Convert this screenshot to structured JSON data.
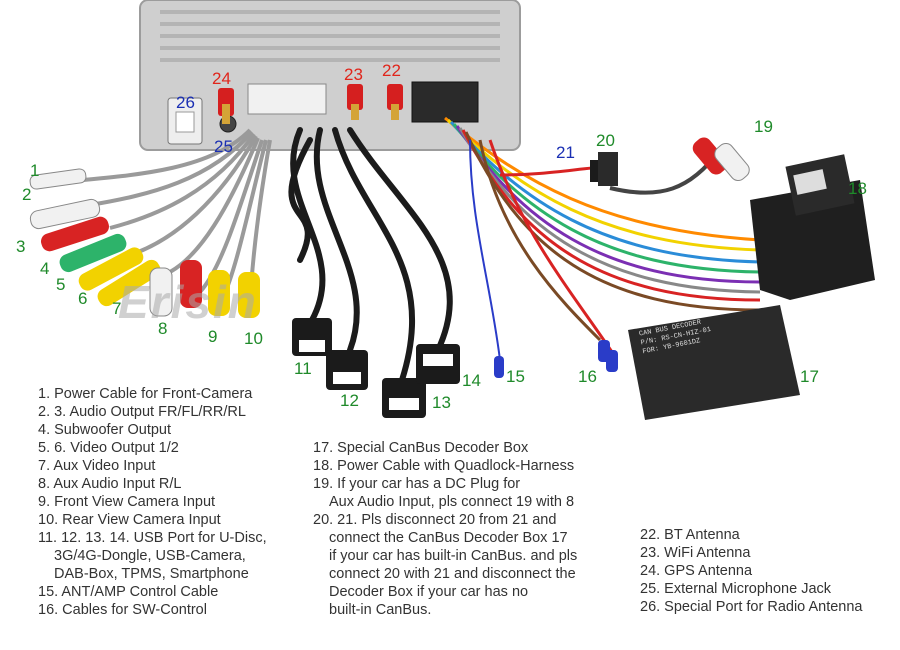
{
  "brand_watermark": "Erisin",
  "decoder_box_label": [
    "CAN BUS DECODER",
    "P/N: RS-CN-HIZ-01",
    "FOR: YB-9601DZ"
  ],
  "callouts": [
    {
      "id": "c1",
      "text": "1",
      "color": "green"
    },
    {
      "id": "c2",
      "text": "2",
      "color": "green"
    },
    {
      "id": "c3",
      "text": "3",
      "color": "green"
    },
    {
      "id": "c4",
      "text": "4",
      "color": "green"
    },
    {
      "id": "c5",
      "text": "5",
      "color": "green"
    },
    {
      "id": "c6",
      "text": "6",
      "color": "green"
    },
    {
      "id": "c7",
      "text": "7",
      "color": "green"
    },
    {
      "id": "c8",
      "text": "8",
      "color": "green"
    },
    {
      "id": "c9",
      "text": "9",
      "color": "green"
    },
    {
      "id": "c10",
      "text": "10",
      "color": "green"
    },
    {
      "id": "c11",
      "text": "11",
      "color": "green"
    },
    {
      "id": "c12",
      "text": "12",
      "color": "green"
    },
    {
      "id": "c13",
      "text": "13",
      "color": "green"
    },
    {
      "id": "c14",
      "text": "14",
      "color": "green"
    },
    {
      "id": "c15",
      "text": "15",
      "color": "green"
    },
    {
      "id": "c16",
      "text": "16",
      "color": "green"
    },
    {
      "id": "c17",
      "text": "17",
      "color": "green"
    },
    {
      "id": "c18",
      "text": "18",
      "color": "green"
    },
    {
      "id": "c19",
      "text": "19",
      "color": "green"
    },
    {
      "id": "c20",
      "text": "20",
      "color": "green"
    },
    {
      "id": "c21",
      "text": "21",
      "color": "blue"
    },
    {
      "id": "c22",
      "text": "22",
      "color": "red"
    },
    {
      "id": "c23",
      "text": "23",
      "color": "red"
    },
    {
      "id": "c24",
      "text": "24",
      "color": "red"
    },
    {
      "id": "c25",
      "text": "25",
      "color": "blue"
    },
    {
      "id": "c26",
      "text": "26",
      "color": "blue"
    }
  ],
  "legend_col1": [
    "1. Power Cable for Front-Camera",
    "2. 3. Audio Output FR/FL/RR/RL",
    "4. Subwoofer Output",
    "5. 6. Video Output 1/2",
    "7. Aux Video Input",
    "8. Aux Audio Input R/L",
    "9. Front View Camera Input",
    "10. Rear View Camera Input",
    "11. 12. 13. 14. USB Port for U-Disc,",
    "3G/4G-Dongle, USB-Camera,",
    "DAB-Box, TPMS, Smartphone",
    "15. ANT/AMP Control Cable",
    "16. Cables for SW-Control"
  ],
  "legend_col2": [
    "17. Special CanBus Decoder Box",
    "18. Power Cable with Quadlock-Harness",
    "19. If your car has a DC Plug for",
    "Aux Audio Input, pls connect 19 with 8",
    "20. 21. Pls disconnect 20 from 21 and",
    "connect the CanBus Decoder Box 17",
    "if your car has built-in CanBus. and pls",
    "connect 20 with 21 and disconnect the",
    "Decoder Box if your car has no",
    "built-in CanBus."
  ],
  "legend_col3": [
    "22. BT Antenna",
    "23. WiFi Antenna",
    "24. GPS Antenna",
    "25. External Microphone Jack",
    "26. Special Port for Radio Antenna"
  ],
  "colors": {
    "green": "#1f8a2a",
    "red": "#e0251b",
    "blue": "#1a2fb3",
    "chassis": "#c9c9c9",
    "cable_black": "#1b1b1b",
    "cable_grey": "#9a9a9a",
    "rca_red": "#d82323",
    "rca_yellow": "#f2d200",
    "rca_white": "#f1f1f1",
    "decoder": "#2a2a2a"
  }
}
